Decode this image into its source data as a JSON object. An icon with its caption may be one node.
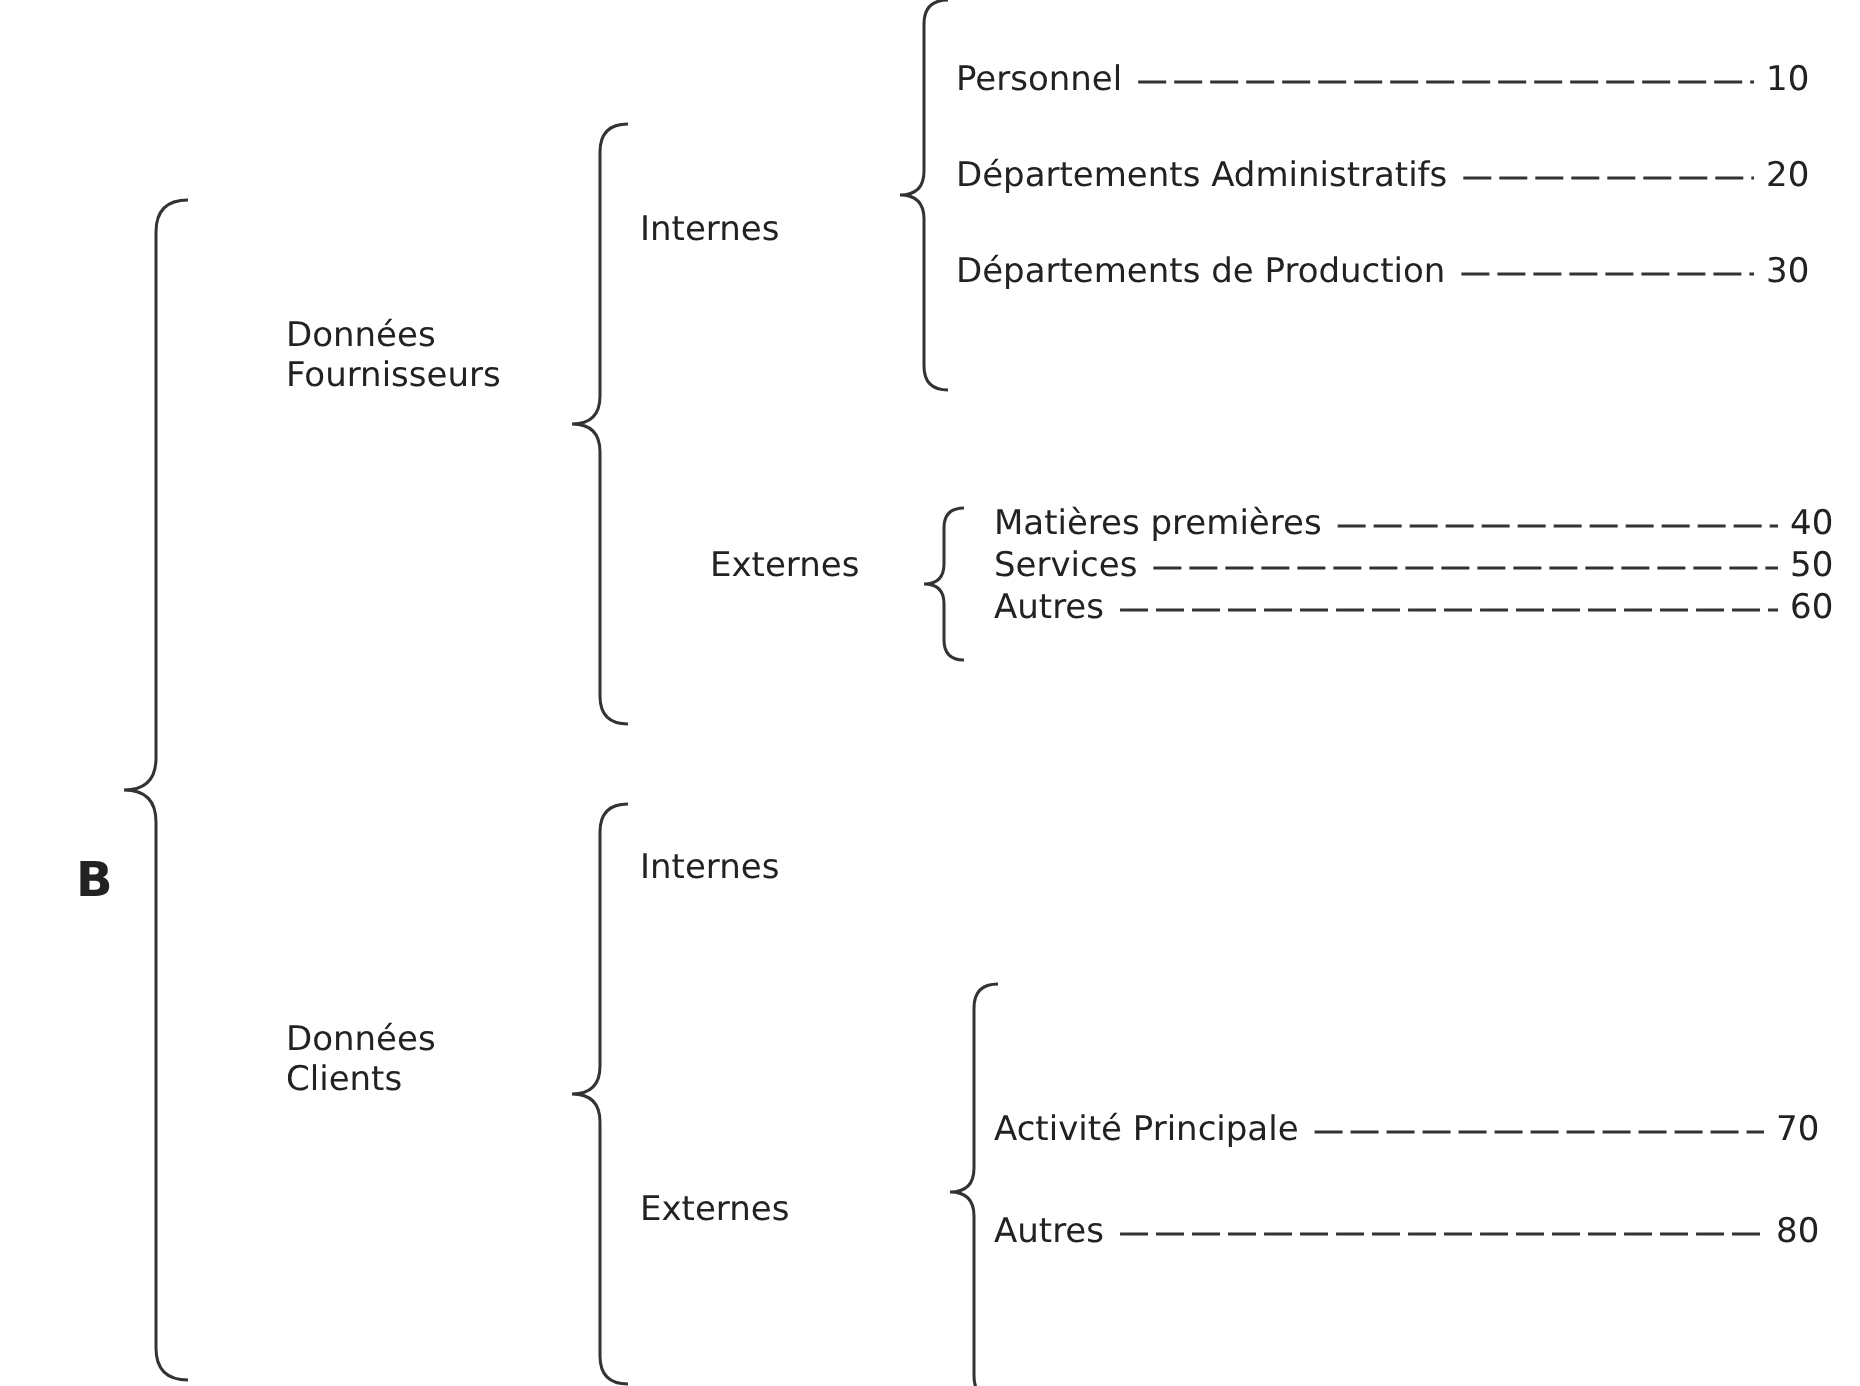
{
  "diagram": {
    "nodes": [
      {
        "text": [
          "B"
        ]
      },
      {
        "text": [
          "Données Fournisseurs"
        ]
      },
      {
        "text": [
          "Internes"
        ]
      },
      {
        "text": [
          "Personnel"
        ]
      },
      {
        "text": [
          "10"
        ]
      },
      {
        "text": [
          "Départements Administratifs"
        ]
      },
      {
        "text": [
          "20"
        ]
      },
      {
        "text": [
          "Départements de Production"
        ]
      },
      {
        "text": [
          "30"
        ]
      },
      {
        "text": [
          "Externes"
        ]
      },
      {
        "text": [
          "Matières premières"
        ]
      },
      {
        "text": [
          "40"
        ]
      },
      {
        "text": [
          "Services"
        ]
      },
      {
        "text": [
          "50"
        ]
      },
      {
        "text": [
          "Autres"
        ]
      },
      {
        "text": [
          "60"
        ]
      },
      {
        "text": [
          "Données Clients"
        ]
      },
      {
        "text": [
          "Internes"
        ]
      },
      {
        "text": [
          "Externes"
        ]
      },
      {
        "text": [
          "Activité Principale"
        ]
      },
      {
        "text": [
          "70"
        ]
      },
      {
        "text": [
          "Autres"
        ]
      },
      {
        "text": [
          "80"
        ]
      }
    ],
    "edges": [
      {
        "from": 3,
        "to": 4,
        "arrow": "none",
        "style": "dashed"
      },
      {
        "from": 5,
        "to": 6,
        "arrow": "none",
        "style": "dashed"
      },
      {
        "from": 7,
        "to": 8,
        "arrow": "none",
        "style": "dashed"
      },
      {
        "from": 10,
        "to": 11,
        "arrow": "none",
        "style": "dashed"
      },
      {
        "from": 12,
        "to": 13,
        "arrow": "none",
        "style": "dashed"
      },
      {
        "from": 14,
        "to": 15,
        "arrow": "none",
        "style": "dashed"
      },
      {
        "from": 19,
        "to": 20,
        "arrow": "none",
        "style": "dashed"
      },
      {
        "from": 21,
        "to": 22,
        "arrow": "none",
        "style": "dashed"
      }
    ]
  }
}
